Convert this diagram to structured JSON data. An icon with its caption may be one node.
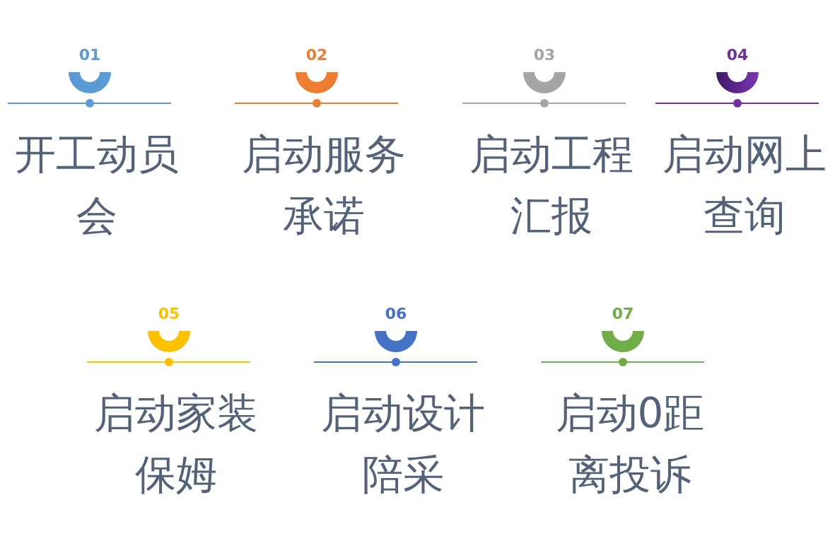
{
  "diagram": {
    "labels": [
      "01",
      "开工动员会",
      "02",
      "启动服务承诺",
      "03",
      "启动工程汇报",
      "04",
      "启动网上查询",
      "05",
      "启动家装保姆",
      "06",
      "启动设计陪采",
      "07",
      "启动0距离投诉"
    ]
  }
}
